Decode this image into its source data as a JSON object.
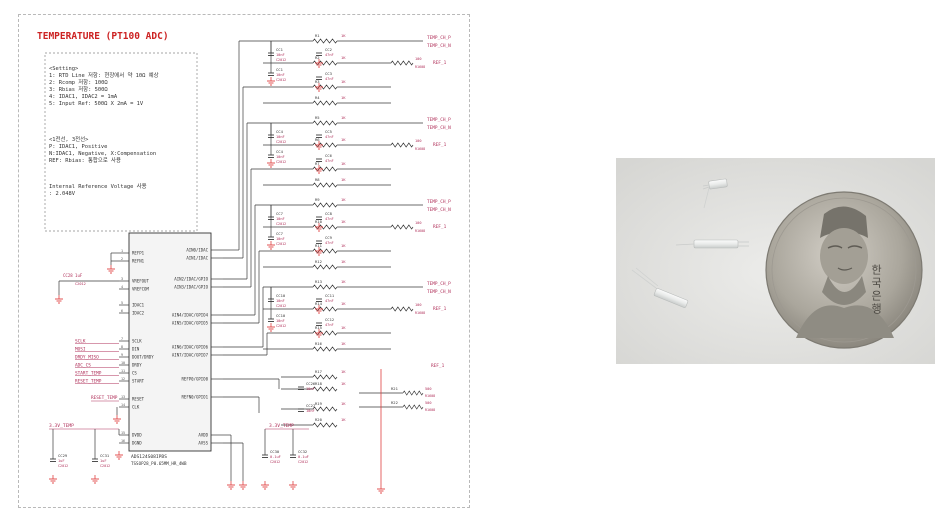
{
  "schematic": {
    "title": "TEMPERATURE (PT100 ADC)",
    "settings_header": "<Setting>",
    "settings": [
      "1: RTD Line 저항: 현장에서 약 10Ω 예상",
      "2: Rcomp 저항: 100Ω",
      "3: Rbias 저항: 500Ω",
      "4: IDAC1, IDAC2 = 1mA",
      "5: Input Ref: 500Ω X 2mA = 1V"
    ],
    "legend": [
      "<1전선, 3전선>",
      "P: IDAC1, Positive",
      "N:IDAC1, Negative, X:Compensation",
      "REF: Rbias: 통합으로 사용"
    ],
    "internal_ref": [
      "Internal Reference Voltage 사용",
      ": 2.048V"
    ],
    "chip": {
      "part": "ADS124S08IPBS",
      "package": "TSSOP28_P0.65MM_HR_4WB",
      "left_pins": [
        "REFP1",
        "REFN1",
        "VREFOUT",
        "VREFCOM",
        "IDAC1",
        "IDAC2",
        "SCLK",
        "DIN",
        "DOUT/DRDY",
        "DRDY",
        "CS",
        "START",
        "RESET",
        "CLK",
        "DVDD",
        "DGND"
      ],
      "right_pins": [
        "AIN0/IDAC",
        "AIN1/IDAC",
        "AIN2/IDAC/GPIO",
        "AIN3/IDAC/GPIO",
        "AIN4/IDAC/GPIO4",
        "AIN5/IDAC/GPIO5",
        "AIN6/IDAC/GPIO6",
        "AIN7/IDAC/GPIO7",
        "REFP0/GPIO0",
        "REFN0/GPIO1",
        "AVDD",
        "AVSS"
      ]
    },
    "net_labels": [
      "TEMP_CH_P",
      "TEMP_CH_N",
      "REF_1"
    ],
    "left_nets": [
      "SCLK",
      "MOSI",
      "DRDY_MISO",
      "ADC_CS",
      "START_TEMP",
      "RESET_TEMP"
    ],
    "power_label": "3.3V_TEMP",
    "cap_ref": "C2012",
    "cap_values": [
      "10nF",
      "47nF",
      "0.1uF",
      "1uF"
    ],
    "res_values": [
      "1K",
      "100",
      "500"
    ],
    "res_ref": "R1608"
  },
  "photo": {
    "coin_text": "한국은행"
  },
  "colors": {
    "net": "#b0305a",
    "wire": "#3a3a3a",
    "gnd": "#e04040",
    "title": "#cc2222",
    "chip_fill": "#f4f4f4",
    "photo_bg": "#e4e4e2",
    "coin": "#b4b0a6"
  }
}
